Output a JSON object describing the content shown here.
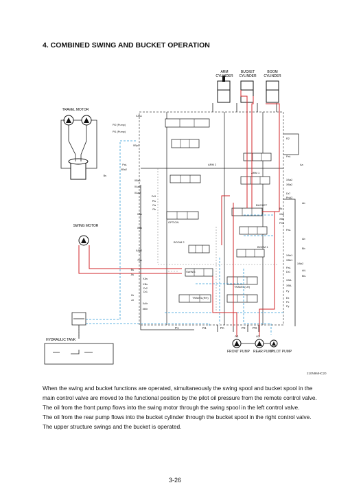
{
  "section_title": "4. COMBINED SWING AND BUCKET OPERATION",
  "diagram": {
    "cylinders": [
      "ARM CYLINDER",
      "BUCKET CYLINDER",
      "BOOM CYLINDER"
    ],
    "travel_motor": "TRAVEL MOTOR",
    "swing_motor": "SWING MOTOR",
    "hydraulic_tank": "HYDRAULIC TANK",
    "front_pump": "FRONT PUMP",
    "rear_pump": "REAR PUMP",
    "pilot_pump": "PILOT PUMP",
    "spools": {
      "arm2": "ARM 2",
      "arm1": "ARM 1",
      "bucket": "BUCKET",
      "option": "OPTION",
      "boom2": "BOOM 2",
      "boom1": "BOOM 1",
      "swing": "SWING",
      "travel_lh": "TRAVEL(LH)",
      "travel_rh": "TRAVEL(RH)"
    },
    "left_port_labels": [
      "XAs1",
      "Pi2 (Pump)",
      "Pi1 (Pump)",
      "XBp1",
      "PaL",
      "XBa2",
      "Bs",
      "XBa1",
      "XAa1",
      "XAa2",
      "Dr3",
      "Pls",
      "Pa",
      "Pb",
      "XAo",
      "XBo",
      "XAb2",
      "Psp",
      "Bs",
      "As",
      "XAs",
      "XBs",
      "Dr2",
      "Dr1",
      "Br",
      "Ar",
      "XAtr",
      "XBtr"
    ],
    "right_port_labels": [
      "R2",
      "PaL",
      "Aa",
      "XAa2",
      "XBa2",
      "Dr7",
      "PnA2",
      "Ab",
      "Bk",
      "XAk",
      "XBk",
      "PCk",
      "PaL",
      "Ab",
      "Bb",
      "XAb1",
      "XBb1",
      "XAb2",
      "PaL",
      "Dr1",
      "AtL",
      "BtL",
      "XAtL",
      "XBtL",
      "Py",
      "Ex",
      "Px",
      "Py"
    ],
    "bottom_port_labels": [
      "P1",
      "R1",
      "Pn",
      "P2",
      "PG"
    ],
    "pump_port_labels": [
      "A1",
      "A2"
    ],
    "drawing_code": "210N9MHC20"
  },
  "body_paragraphs": [
    "When the swing and bucket functions are operated, simultaneously the swing spool and bucket spool in the main control valve are moved to the functional position by the pilot oil pressure from the remote control valve.",
    "The oil from the front pump flows into the swing motor through the swing spool in the left control valve.",
    "The oil from the rear pump flows into the bucket cylinder through the bucket spool in the right control valve.",
    "The upper structure swings and the bucket is operated."
  ],
  "page_number": "3-26",
  "colors": {
    "pressure_line": "#d2262a",
    "pilot_line": "#2f9bd6",
    "return_line": "#1c1c1c",
    "drain_line": "#8a8a8a"
  }
}
